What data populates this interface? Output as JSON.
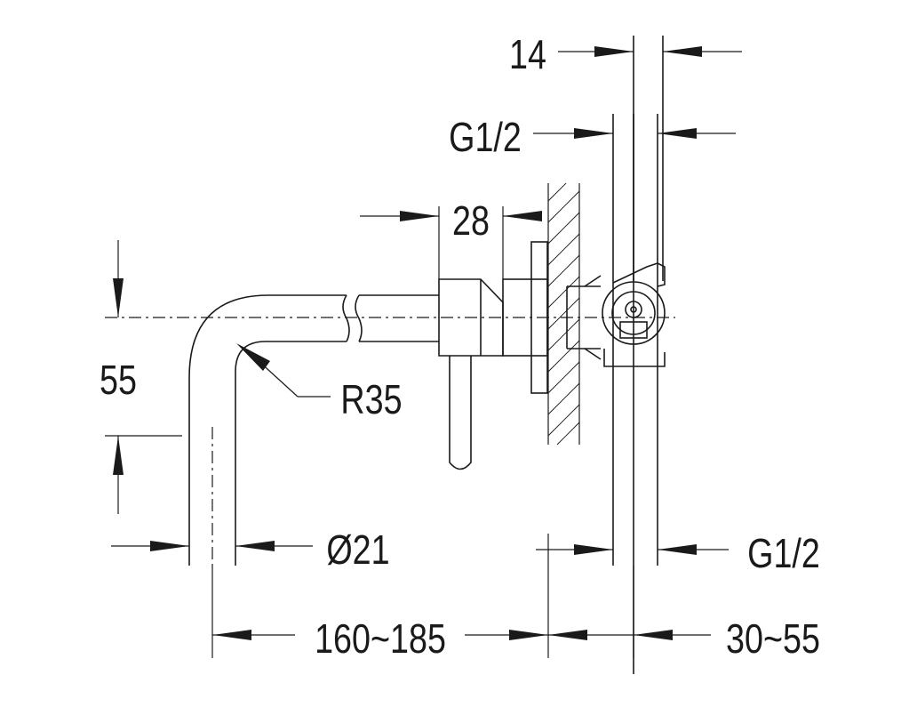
{
  "drawing": {
    "labels": {
      "width_14": "14",
      "thread_top": "G1/2",
      "width_28": "28",
      "height_55": "55",
      "radius": "R35",
      "diameter": "Ø21",
      "thread_bottom": "G1/2",
      "spout_length": "160~185",
      "wall_depth": "30~55"
    }
  }
}
